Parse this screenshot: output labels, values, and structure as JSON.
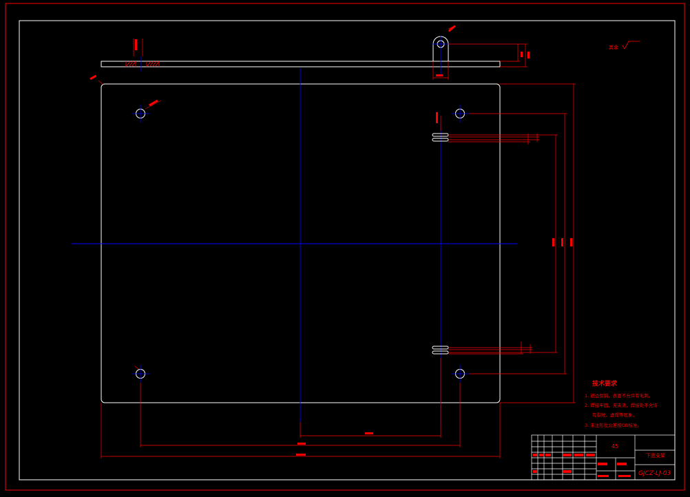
{
  "drawing": {
    "title": "下面支架",
    "code": "GJCZ-LJ-03",
    "material": "45",
    "notes_title": "技术要求",
    "notes": [
      "1. 锐边倒钝，表面不允许有毛刺。",
      "2. 焊接牢固，无夹渣，焊接处不允许",
      "有裂纹、虚焊等现象。",
      "3. 未注形位公差按GB标准。"
    ],
    "roughness_note": "其余"
  },
  "colors": {
    "background": "#000000",
    "frame": "#ff0000",
    "outline": "#ffffff",
    "centerline": "#0000ff",
    "dimension": "#ff0000",
    "text": "#ff0000"
  }
}
